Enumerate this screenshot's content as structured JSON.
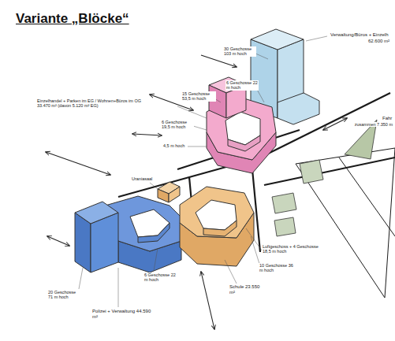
{
  "diagram": {
    "title": "Variante „Blöcke“",
    "labels": [
      "Verwaltung/Büros + Einzelh",
      "62.600 m²",
      "30 Geschosse 103 m hoch",
      "6 Geschosse 22 m hoch",
      "15 Geschosse 53,5 m hoch",
      "Einzelhandel + Parken im EG / Wohnen+Büros im OG 33.470 m² (davon 5.120 m² EG)",
      "6 Geschosse 19,5 m hoch",
      "4,5 m hoch",
      "Fahr",
      "zusammen 7.350 m",
      "Uraniasaal",
      "Luftgeschoss + 4 Geschosse 18,5 m hoch",
      "10 Geschosse 36 m hoch",
      "Schule 23.550 m²",
      "20 Geschosse 71 m hoch",
      "6 Geschosse 22 m hoch",
      "Polizei + Verwaltung 44.590 m²"
    ]
  }
}
